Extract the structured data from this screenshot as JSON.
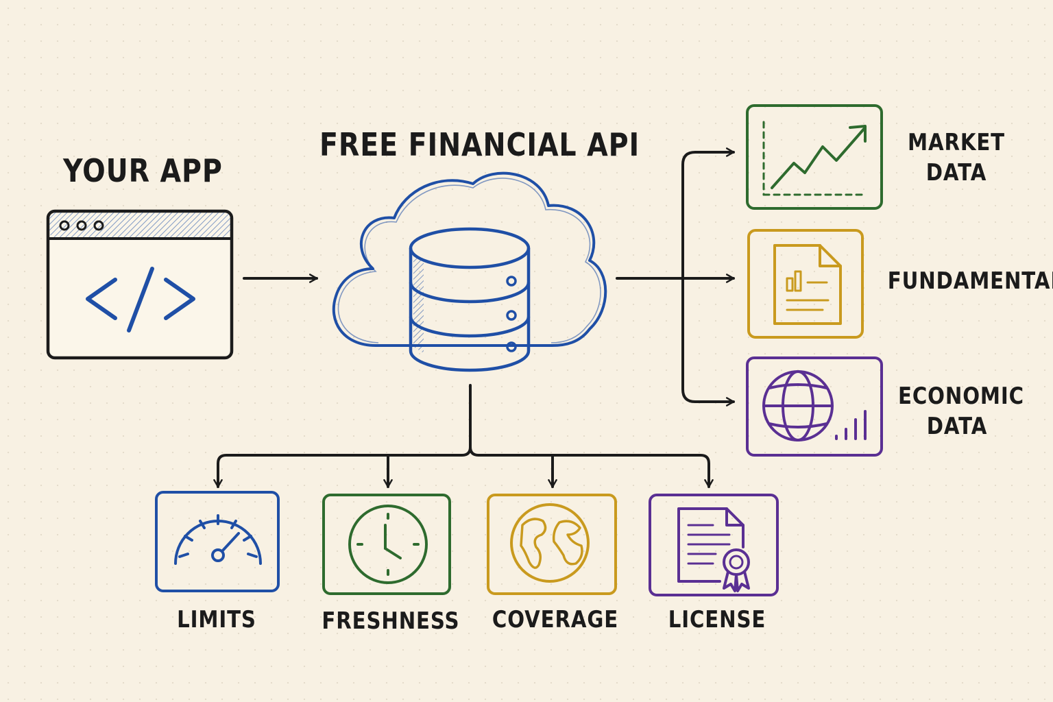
{
  "title": "FREE FINANCIAL API",
  "source": {
    "label": "YOUR APP",
    "icon": "code-brackets-icon"
  },
  "hub": {
    "icon": "cloud-database-icon"
  },
  "outputs": [
    {
      "label_line1": "MARKET",
      "label_line2": "DATA",
      "icon": "line-chart-icon",
      "color": "#2e6b2e"
    },
    {
      "label_line1": "FUNDAMENTALS",
      "label_line2": "",
      "icon": "report-document-icon",
      "color": "#c99a1e"
    },
    {
      "label_line1": "ECONOMIC",
      "label_line2": "DATA",
      "icon": "globe-bars-icon",
      "color": "#5a2f93"
    }
  ],
  "considerations": [
    {
      "label": "LIMITS",
      "icon": "speedometer-icon",
      "color": "#1f4fa6"
    },
    {
      "label": "FRESHNESS",
      "icon": "clock-icon",
      "color": "#2e6b2e"
    },
    {
      "label": "COVERAGE",
      "icon": "world-map-globe-icon",
      "color": "#c99a1e"
    },
    {
      "label": "LICENSE",
      "icon": "license-certificate-icon",
      "color": "#5a2f93"
    }
  ],
  "colors": {
    "ink": "#1b1b1b",
    "blue": "#1f4fa6",
    "green": "#2e6b2e",
    "gold": "#c99a1e",
    "purple": "#5a2f93"
  }
}
